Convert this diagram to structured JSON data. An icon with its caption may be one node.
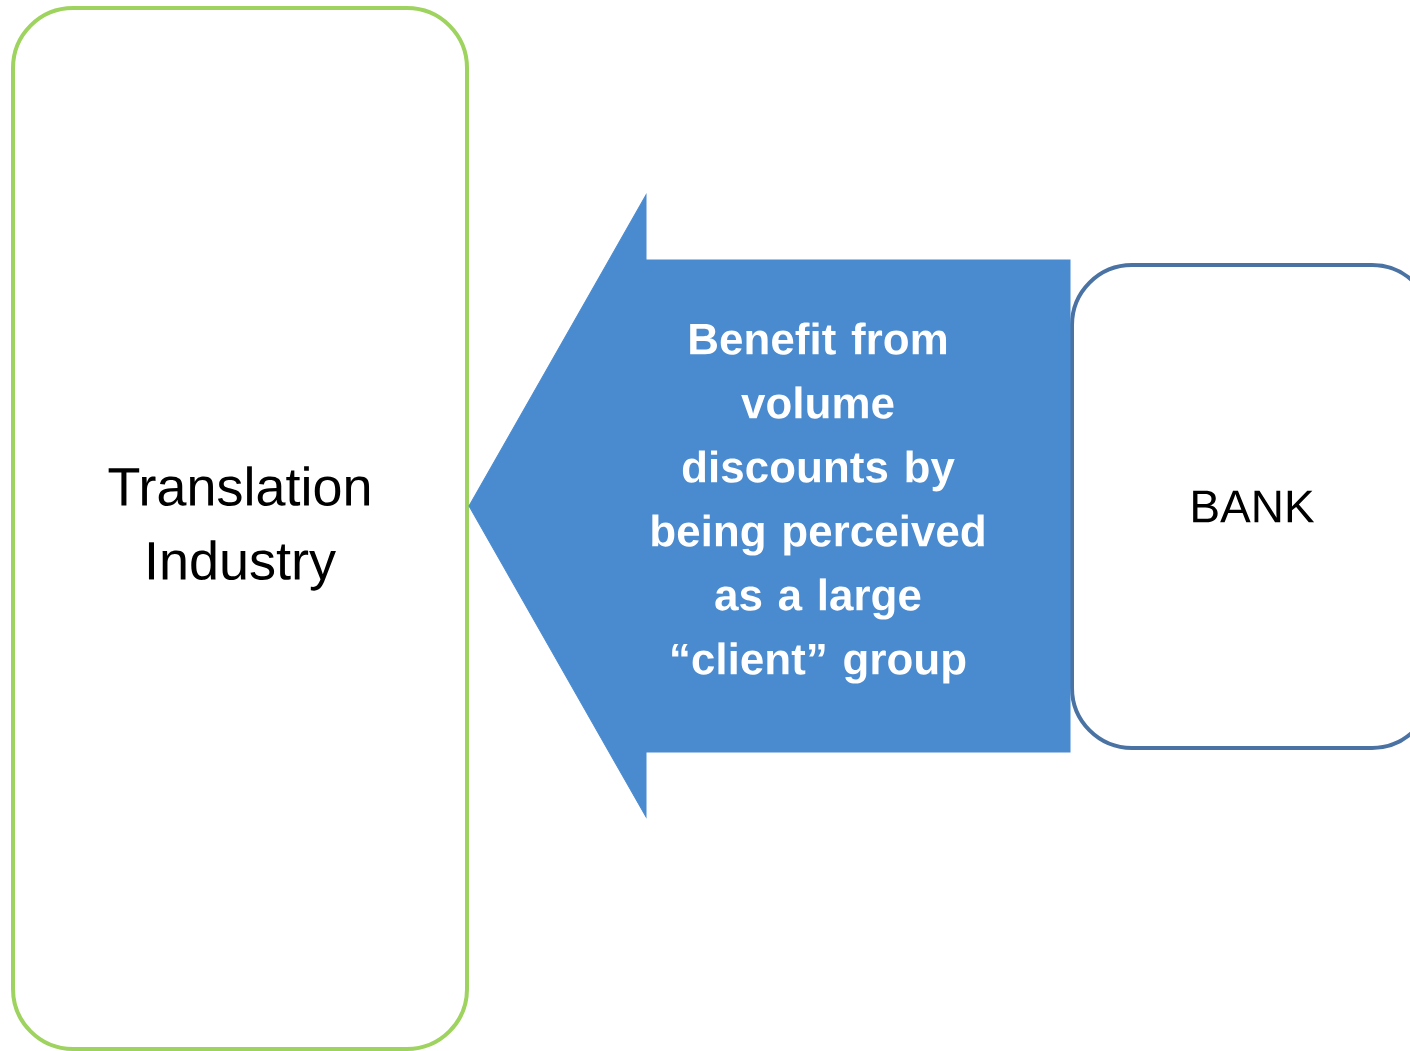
{
  "diagram": {
    "nodes": [
      {
        "text": [
          "Translation Industry"
        ]
      },
      {
        "text": [
          "BANK"
        ]
      }
    ],
    "edges": [
      {
        "from": 1,
        "to": 0,
        "arrow": "to",
        "label": "Benefit from volume discounts by being perceived as a large “client” group",
        "color": "#4a8bd0"
      }
    ]
  }
}
